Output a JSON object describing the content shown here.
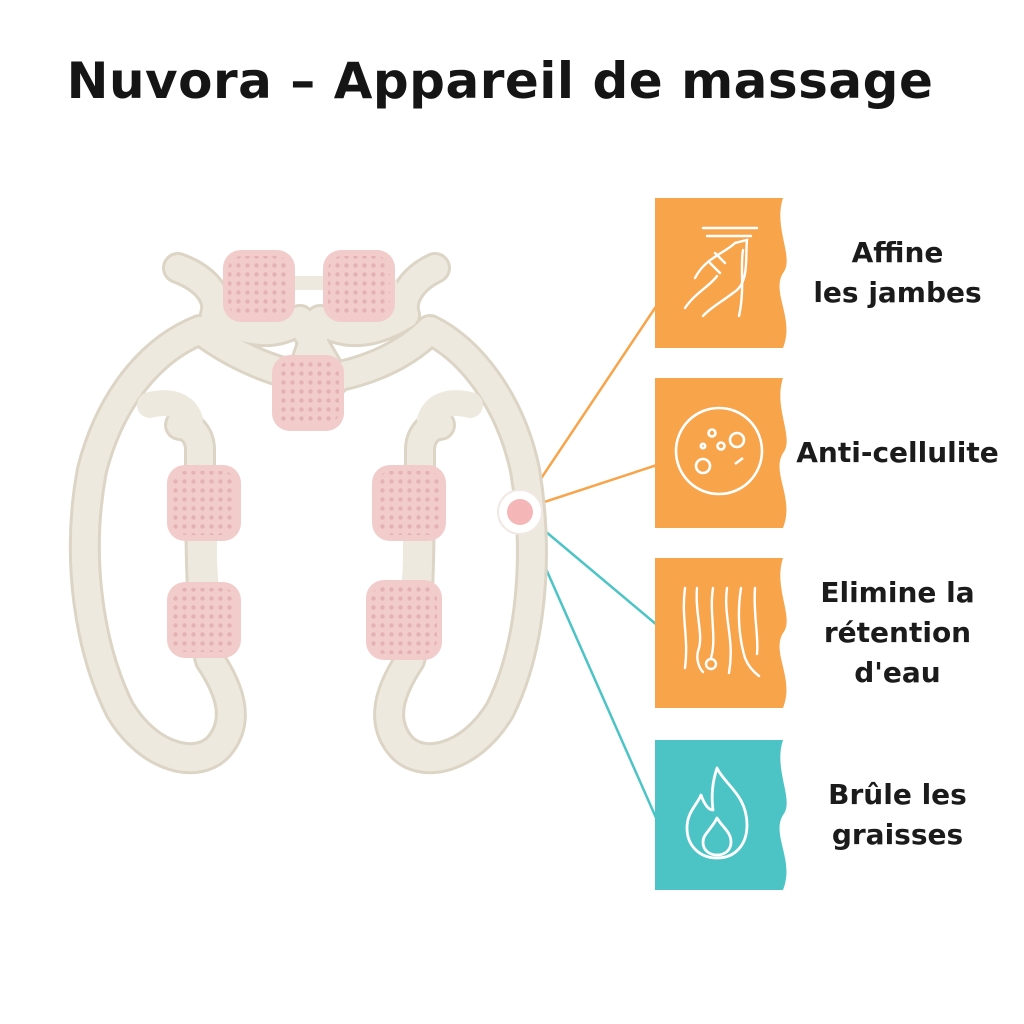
{
  "title": "Nuvora – Appareil de massage",
  "colors": {
    "orange": "#F8A44A",
    "teal": "#4CC4C6",
    "device": "#EEE9DE",
    "roller": "#F2CBCB",
    "dot": "#F4B6B6"
  },
  "benefits": [
    {
      "label": "Affine\nles jambes",
      "icon": "leg-icon",
      "color": "orange"
    },
    {
      "label": "Anti-cellulite",
      "icon": "cellulite-icon",
      "color": "orange"
    },
    {
      "label": "Elimine la\nrétention\nd'eau",
      "icon": "water-retention-legs-icon",
      "color": "orange"
    },
    {
      "label": "Brûle les\ngraisses",
      "icon": "flame-icon",
      "color": "teal"
    }
  ]
}
